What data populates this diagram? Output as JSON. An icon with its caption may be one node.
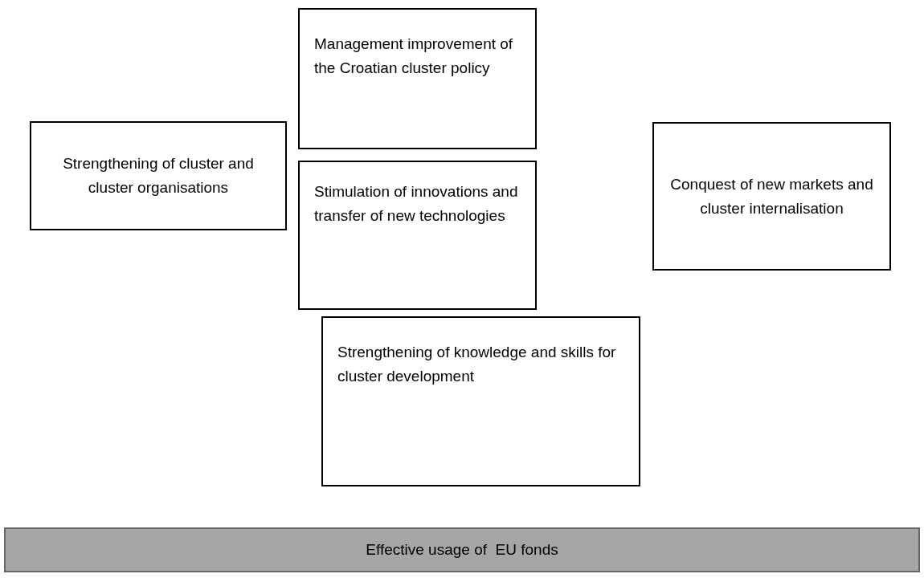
{
  "diagram": {
    "nodes": [
      {
        "text": [
          "Management improvement of the Croatian cluster policy"
        ]
      },
      {
        "text": [
          "Strengthening of cluster and cluster organisations"
        ]
      },
      {
        "text": [
          "Stimulation of innovations and transfer of new technologies"
        ]
      },
      {
        "text": [
          "Conquest of new markets and cluster internalisation"
        ]
      },
      {
        "text": [
          "Strengthening of knowledge and skills for cluster development"
        ]
      },
      {
        "text": [
          "Effective usage of  EU fonds"
        ]
      }
    ],
    "edges": []
  }
}
